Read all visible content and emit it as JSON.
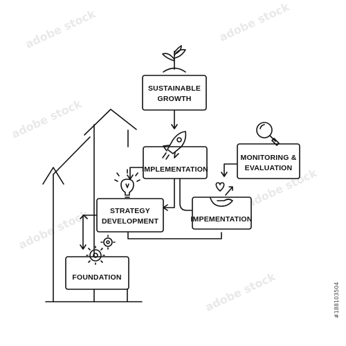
{
  "watermark": "adobe stock",
  "stock_id": "#188103504",
  "boxes": {
    "sustainable_growth": [
      "SUSTAINABLE",
      "GROWTH"
    ],
    "implementation": [
      "IMPLEMENTATION"
    ],
    "monitoring_evaluation": [
      "MONITORING &",
      "EVALUATION"
    ],
    "impementation": [
      "IMPEMENTATION"
    ],
    "strategy_development": [
      "STRATEGY",
      "DEVELOPMENT"
    ],
    "foundation": [
      "FOUNDATION"
    ]
  },
  "icons": {
    "sustainable_growth": "sprout-icon",
    "implementation": "rocket-icon",
    "monitoring_evaluation": "magnifier-icon",
    "impementation": "heart-hand-icon",
    "strategy_development": "lightbulb-icon",
    "foundation": "gears-icon"
  },
  "colors": {
    "line": "#111111",
    "background": "#ffffff"
  }
}
